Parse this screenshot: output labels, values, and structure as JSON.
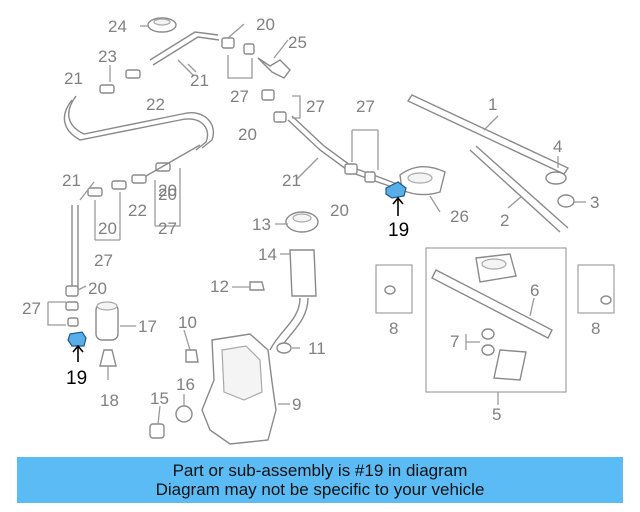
{
  "diagram": {
    "labels": [
      "1",
      "2",
      "3",
      "4",
      "5",
      "6",
      "7",
      "8",
      "8",
      "9",
      "10",
      "11",
      "12",
      "13",
      "14",
      "15",
      "16",
      "17",
      "18",
      "19",
      "19",
      "20",
      "20",
      "20",
      "20",
      "20",
      "21",
      "21",
      "21",
      "22",
      "22",
      "23",
      "24",
      "25",
      "26",
      "27",
      "27",
      "27",
      "27",
      "27"
    ],
    "highlighted_part": "19",
    "highlight_color": "#5aaee8"
  },
  "banner": {
    "line1": "Part or sub-assembly is #19 in diagram",
    "line2": "Diagram may not be specific to your vehicle",
    "color": "#5bbcf5"
  }
}
